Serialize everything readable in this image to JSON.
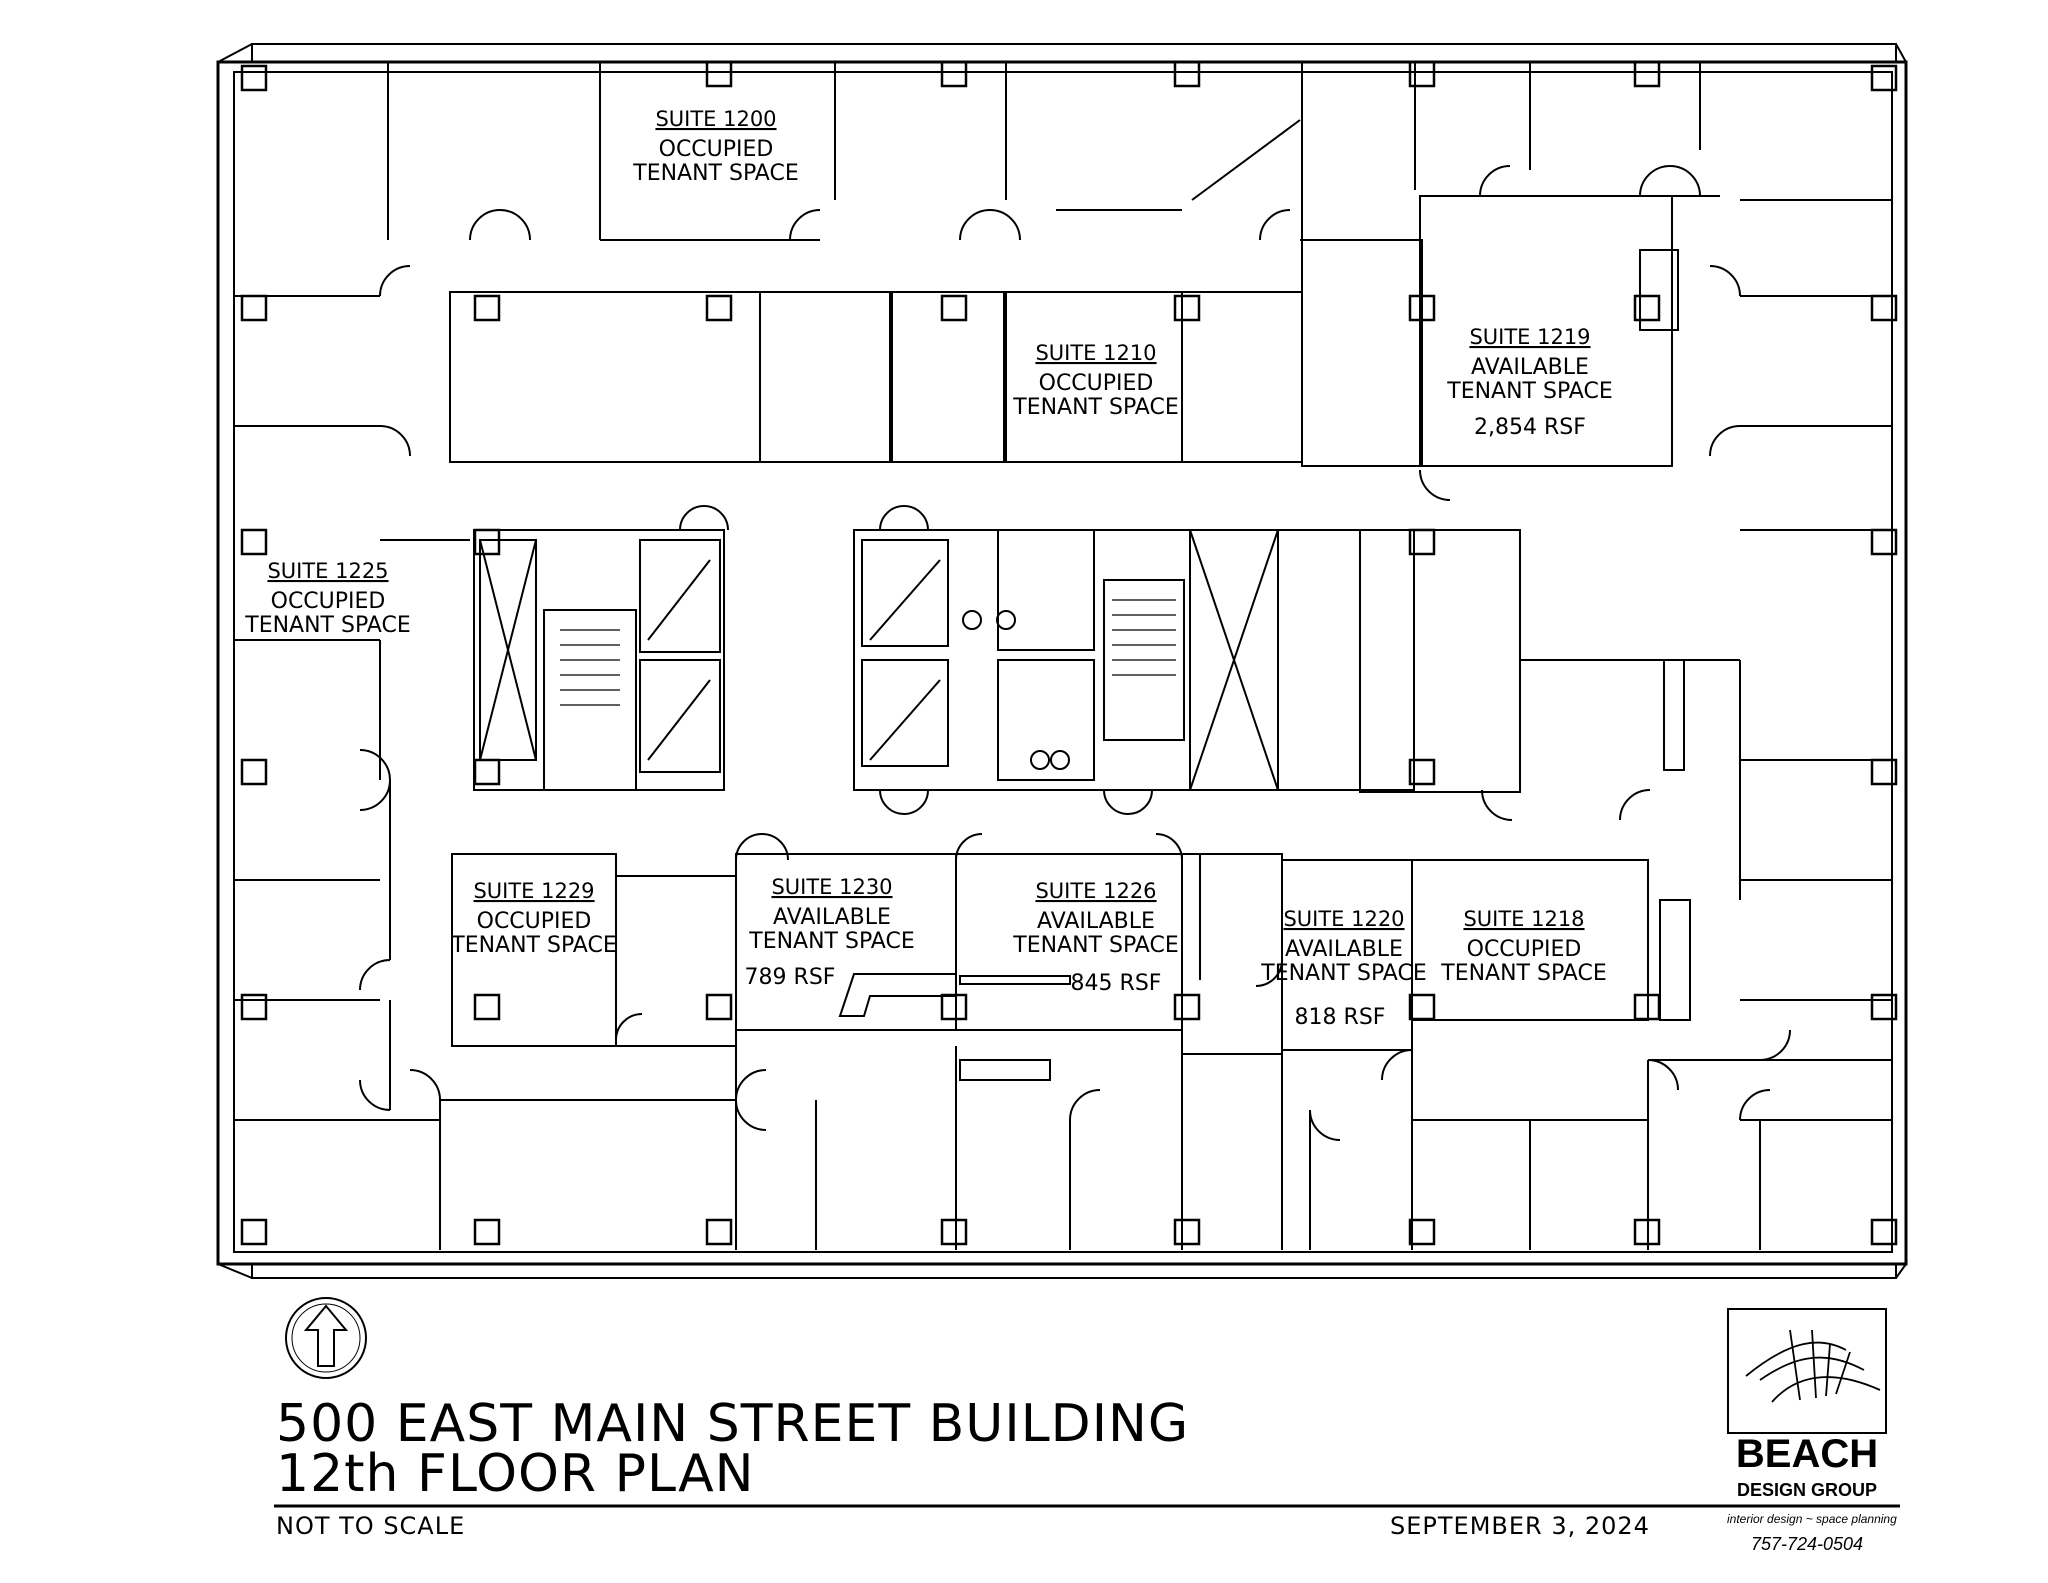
{
  "suites": [
    {
      "id": "s1200",
      "number": "SUITE 1200",
      "lines": [
        "OCCUPIED",
        "TENANT SPACE"
      ]
    },
    {
      "id": "s1210",
      "number": "SUITE 1210",
      "lines": [
        "OCCUPIED",
        "TENANT SPACE"
      ]
    },
    {
      "id": "s1219",
      "number": "SUITE 1219",
      "lines": [
        "AVAILABLE",
        "TENANT SPACE",
        "2,854 RSF"
      ]
    },
    {
      "id": "s1225",
      "number": "SUITE 1225",
      "lines": [
        "OCCUPIED",
        "TENANT SPACE"
      ]
    },
    {
      "id": "s1229",
      "number": "SUITE 1229",
      "lines": [
        "OCCUPIED",
        "TENANT SPACE"
      ]
    },
    {
      "id": "s1230",
      "number": "SUITE 1230",
      "lines": [
        "AVAILABLE",
        "TENANT SPACE",
        "789 RSF"
      ]
    },
    {
      "id": "s1226",
      "number": "SUITE 1226",
      "lines": [
        "AVAILABLE",
        "TENANT SPACE",
        "845 RSF"
      ]
    },
    {
      "id": "s1220",
      "number": "SUITE 1220",
      "lines": [
        "AVAILABLE",
        "TENANT SPACE",
        "818 RSF"
      ]
    },
    {
      "id": "s1218",
      "number": "SUITE 1218",
      "lines": [
        "OCCUPIED",
        "TENANT SPACE"
      ]
    }
  ],
  "title": {
    "line1": "500 EAST MAIN STREET BUILDING",
    "line2": "12th FLOOR PLAN"
  },
  "scale_note": "NOT TO SCALE",
  "date": "SEPTEMBER 3, 2024",
  "logo": {
    "name": "BEACH",
    "group": "DESIGN GROUP",
    "tagline": "interior design ~ space planning",
    "phone": "757-724-0504"
  },
  "icons": {
    "north_arrow": "north-arrow-icon",
    "logo_mark": "beach-logo-mark-icon"
  }
}
